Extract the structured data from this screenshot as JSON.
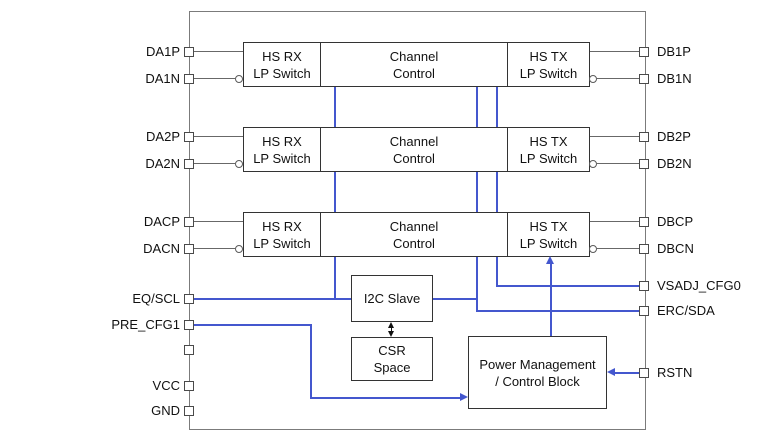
{
  "colors": {
    "blue": "#4457ce",
    "wire": "#686868",
    "border": "#333333",
    "outer": "#7b7b7b",
    "text": "#111111"
  },
  "pins": {
    "left": [
      "DA1P",
      "DA1N",
      "DA2P",
      "DA2N",
      "DACP",
      "DACN",
      "EQ/SCL",
      "PRE_CFG1",
      "",
      "VCC",
      "GND"
    ],
    "right": [
      "DB1P",
      "DB1N",
      "DB2P",
      "DB2N",
      "DBCP",
      "DBCN",
      "VSADJ_CFG0",
      "ERC/SDA",
      "RSTN"
    ]
  },
  "blocks": {
    "rows": [
      {
        "rx": "HS RX\nLP Switch",
        "ctrl": "Channel\nControl",
        "tx": "HS TX\nLP Switch"
      },
      {
        "rx": "HS RX\nLP Switch",
        "ctrl": "Channel\nControl",
        "tx": "HS TX\nLP Switch"
      },
      {
        "rx": "HS RX\nLP Switch",
        "ctrl": "Channel\nControl",
        "tx": "HS TX\nLP Switch"
      }
    ],
    "i2c_slave": "I2C Slave",
    "csr_space": "CSR\nSpace",
    "power_mgmt": "Power Management\n/ Control Block"
  }
}
